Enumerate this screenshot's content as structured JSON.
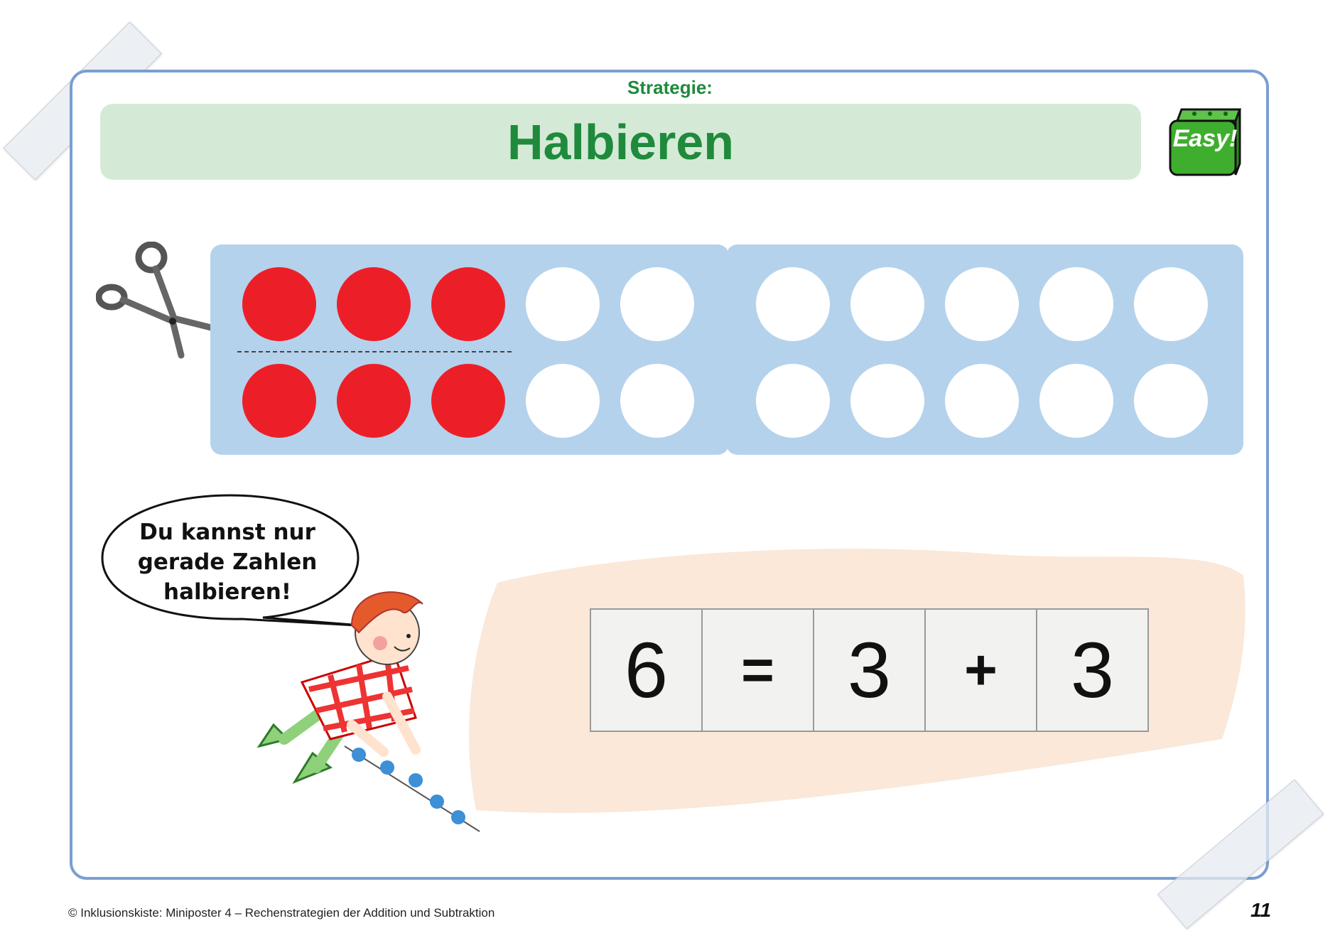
{
  "header": {
    "label": "Strategie:",
    "title": "Halbieren",
    "badge": "Easy!"
  },
  "ten_frame": {
    "top_row_left": [
      "red",
      "red",
      "red",
      "white",
      "white"
    ],
    "top_row_right": [
      "white",
      "white",
      "white",
      "white",
      "white"
    ],
    "bottom_row_left": [
      "red",
      "red",
      "red",
      "white",
      "white"
    ],
    "bottom_row_right": [
      "white",
      "white",
      "white",
      "white",
      "white"
    ],
    "colors": {
      "red": "#ec1f28",
      "white": "#ffffff",
      "frame": "#b5d2ec"
    }
  },
  "speech_bubble": {
    "lines": [
      "Du kannst nur",
      "gerade Zahlen",
      "halbieren!"
    ]
  },
  "equation": [
    "6",
    "=",
    "3",
    "+",
    "3"
  ],
  "footer": {
    "credit": "© Inklusionskiste: Miniposter 4 – Rechenstrategien der Addition und Subtraktion",
    "page_number": "11"
  }
}
